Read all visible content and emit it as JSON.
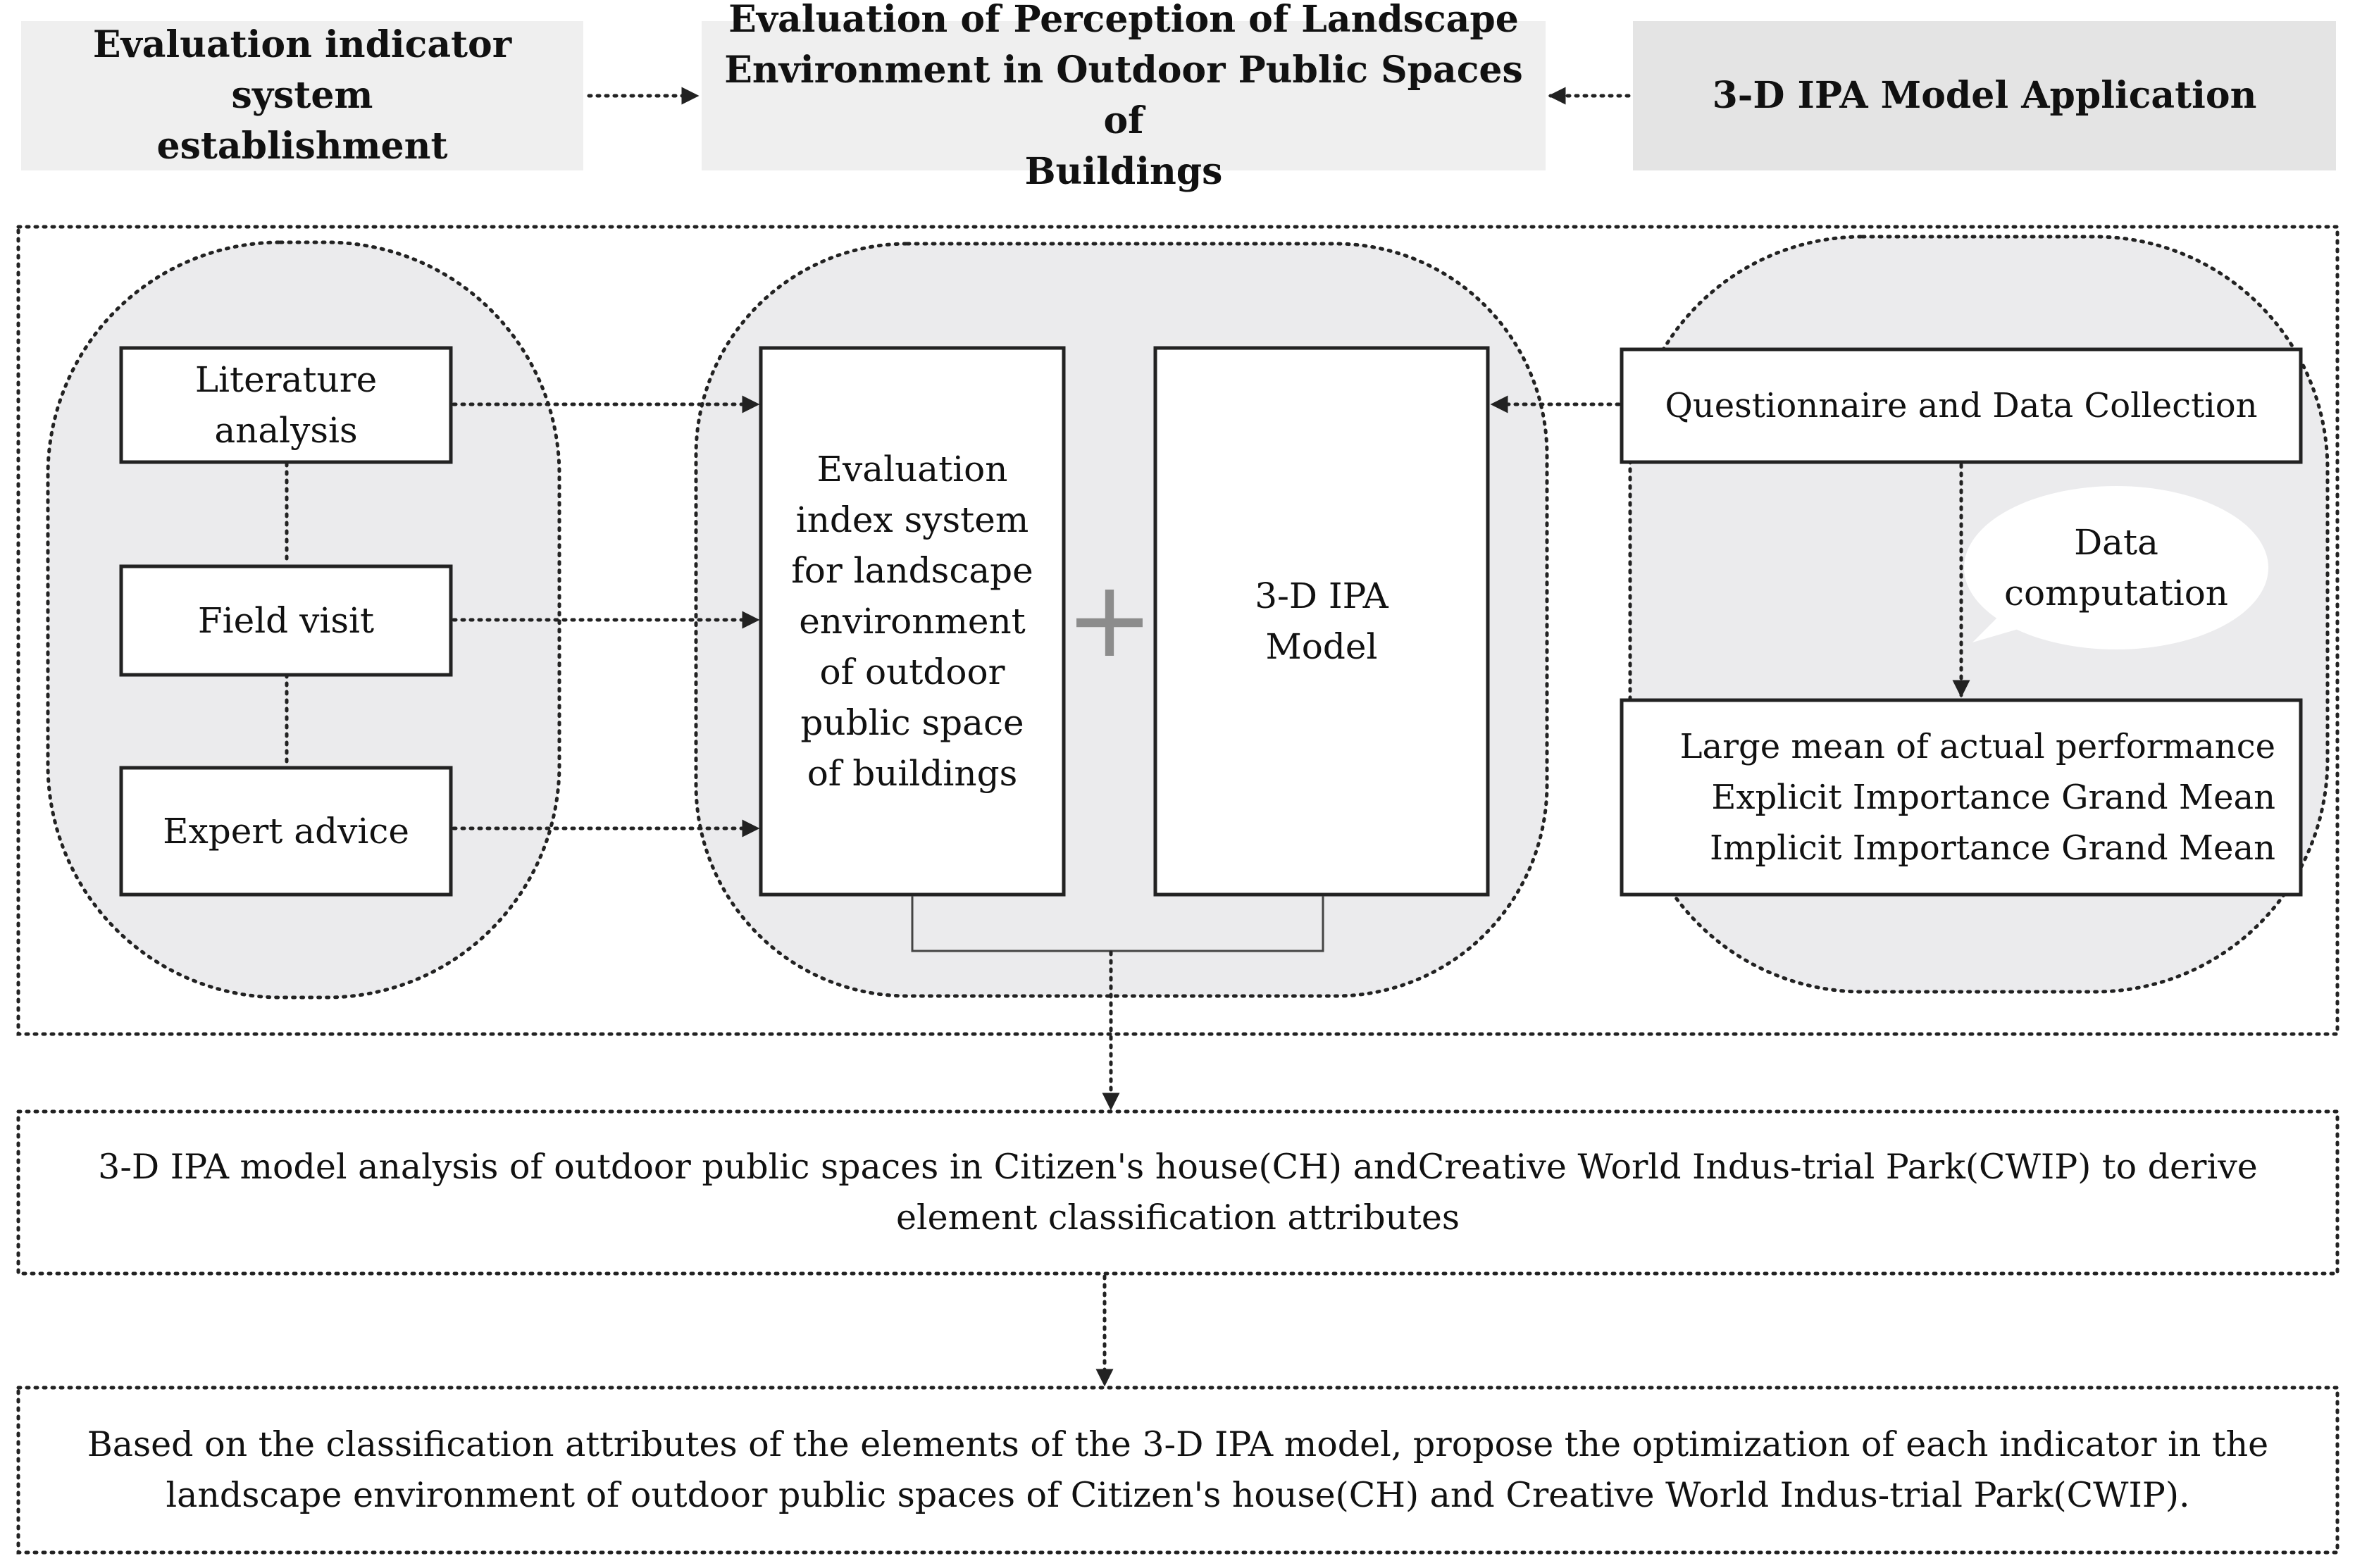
{
  "header": {
    "left": "Evaluation indicator system\nestablishment",
    "center": "Evaluation of Perception of Landscape\nEnvironment in Outdoor Public Spaces of\nBuildings",
    "right": "3-D IPA Model Application"
  },
  "left_group": {
    "items": [
      "Literature\nanalysis",
      "Field visit",
      "Expert advice"
    ]
  },
  "center_group": {
    "index_system": "Evaluation\nindex system\nfor landscape\nenvironment\nof outdoor\npublic space\nof buildings",
    "plus": "+",
    "model": "3-D IPA\nModel"
  },
  "right_group": {
    "questionnaire": "Questionnaire and Data Collection",
    "bubble": "Data\ncomputation",
    "means": "Large mean of actual performance\nExplicit Importance Grand Mean\nImplicit Importance Grand Mean"
  },
  "analysis_box": "3-D IPA model analysis of outdoor public spaces in Citizen's house(CH) andCreative World Indus-trial Park(CWIP) to derive\nelement classification attributes",
  "optimization_box": "Based on the classification attributes of the elements of the 3-D IPA model, propose the optimization of each indicator in the\nlandscape environment of outdoor public spaces of Citizen's house(CH) and Creative World Indus-trial Park(CWIP).",
  "colors": {
    "header_fill": "#efefef",
    "header_fill_right": "#e4e4e4",
    "group_fill": "#ebebed",
    "stroke": "#222222",
    "plus": "#8c8c8c"
  }
}
